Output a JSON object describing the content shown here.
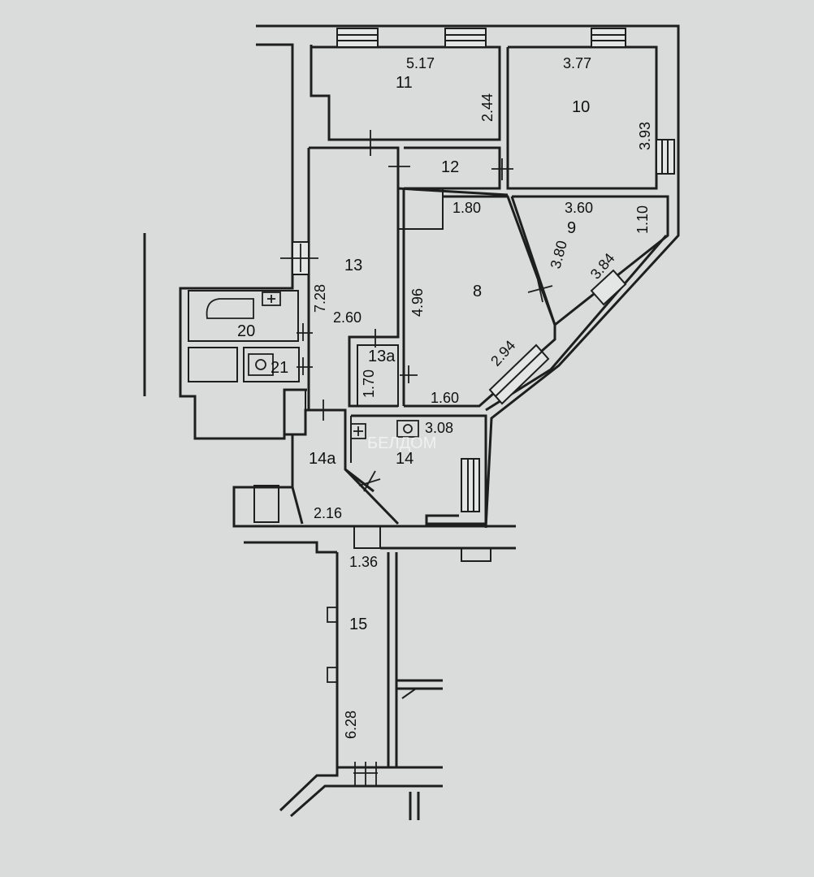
{
  "rooms": {
    "r11": "11",
    "r10": "10",
    "r12": "12",
    "r9": "9",
    "r13": "13",
    "r8": "8",
    "r13a": "13a",
    "r20": "20",
    "r21": "21",
    "r14a": "14a",
    "r14": "14",
    "r15": "15"
  },
  "dimensions": {
    "d11_w": "5.17",
    "d11_h": "2.44",
    "d10_w": "3.77",
    "d10_h": "3.93",
    "d9_w": "3.60",
    "d9_side": "1.10",
    "d9_left": "3.80",
    "d9_diag": "3.84",
    "d8_top": "1.80",
    "d8_left": "4.96",
    "d8_diag": "2.94",
    "d8_bottom": "1.60",
    "d13_h": "7.28",
    "d13_w": "2.60",
    "d13a_h": "1.70",
    "d14_w": "3.08",
    "d14a_w": "2.16",
    "d15_w": "1.36",
    "d15_h": "6.28"
  },
  "watermark": "БЕЛДОМ"
}
